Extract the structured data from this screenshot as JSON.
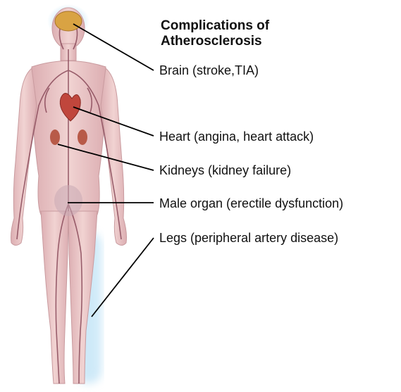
{
  "title": {
    "line1": "Complications of",
    "line2": "Atherosclerosis"
  },
  "labels": {
    "brain": "Brain (stroke,TIA)",
    "heart": "Heart (angina, heart attack)",
    "kidneys": "Kidneys (kidney failure)",
    "male_organ": "Male organ (erectile dysfunction)",
    "legs": "Legs (peripheral artery disease)"
  },
  "colors": {
    "skin": "#e9c3c3",
    "skin_edge": "#c99b9f",
    "vessel": "#8a4a5a",
    "glow": "#9fd4f2",
    "brain": "#d9a343",
    "heart": "#c0463c",
    "kidney": "#b85a48"
  }
}
